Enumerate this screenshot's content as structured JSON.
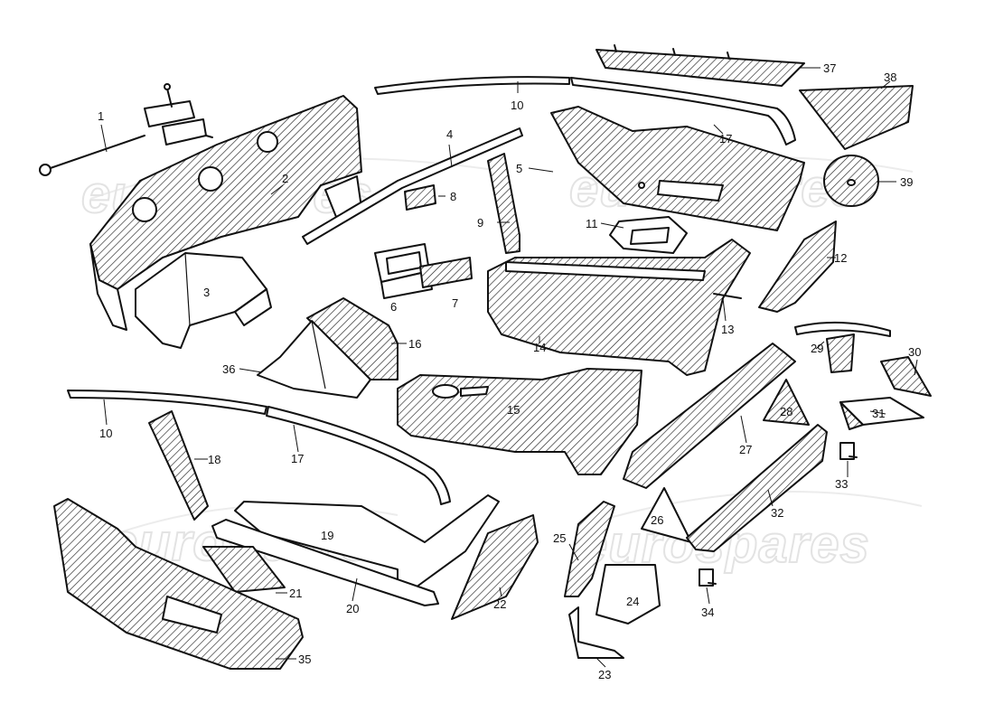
{
  "watermark": {
    "text": "eurospares"
  },
  "labels": {
    "p1": "1",
    "p2": "2",
    "p3": "3",
    "p4": "4",
    "p5": "5",
    "p6": "6",
    "p7": "7",
    "p8": "8",
    "p9": "9",
    "p10a": "10",
    "p10b": "10",
    "p11": "11",
    "p12": "12",
    "p13": "13",
    "p14": "14",
    "p15": "15",
    "p16": "16",
    "p17a": "17",
    "p17b": "17",
    "p18": "18",
    "p19": "19",
    "p20": "20",
    "p21": "21",
    "p22": "22",
    "p23": "23",
    "p24": "24",
    "p25": "25",
    "p26": "26",
    "p27": "27",
    "p28": "28",
    "p29": "29",
    "p30": "30",
    "p31": "31",
    "p32": "32",
    "p33": "33",
    "p34": "34",
    "p35": "35",
    "p36": "36",
    "p37": "37",
    "p38": "38",
    "p39": "39"
  }
}
